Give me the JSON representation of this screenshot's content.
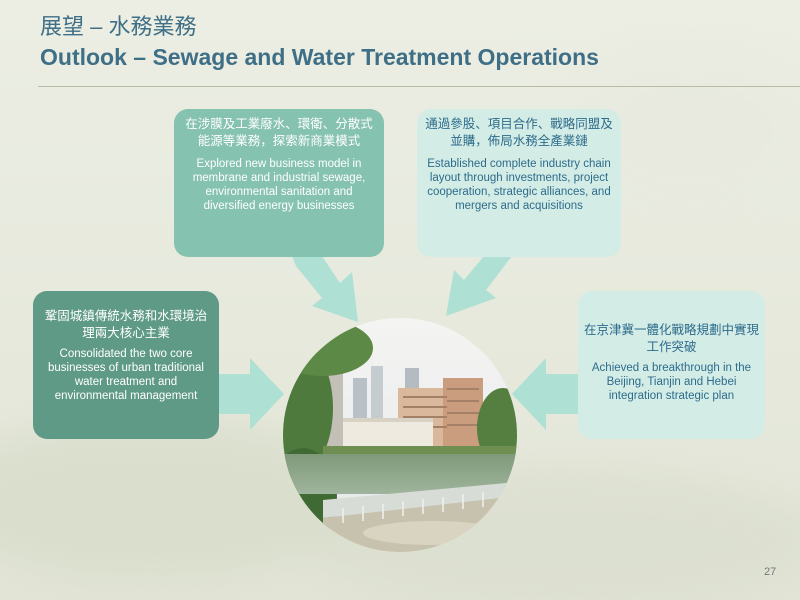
{
  "slide": {
    "title_zh": "展望 – 水務業務",
    "title_en": "Outlook – Sewage and Water Treatment Operations",
    "page_number": "27"
  },
  "boxes": {
    "top_left": {
      "zh": "在涉膜及工業廢水、環衛、分散式能源等業務，探索新商業模式",
      "en": "Explored new business model in membrane and industrial sewage, environmental sanitation and diversified energy businesses",
      "color": "#86c2b0"
    },
    "top_right": {
      "zh": "通過參股、項目合作、戰略同盟及並購，佈局水務全產業鏈",
      "en": "Established complete industry chain layout through investments, project cooperation, strategic alliances, and mergers and acquisitions",
      "color": "#d4ece6"
    },
    "left": {
      "zh": "鞏固城鎮傳統水務和水環境治理兩大核心主業",
      "en": "Consolidated the two core businesses of urban traditional water treatment and environmental management",
      "color": "#5f9a86"
    },
    "right": {
      "zh": "在京津冀一體化戰略規劃中實現工作突破",
      "en": "Achieved a breakthrough in the Beijing, Tianjin and Hebei integration strategic plan",
      "color": "#d4ece6"
    }
  },
  "colors": {
    "title": "#3f6f86",
    "arrow": "#aee0d4"
  }
}
